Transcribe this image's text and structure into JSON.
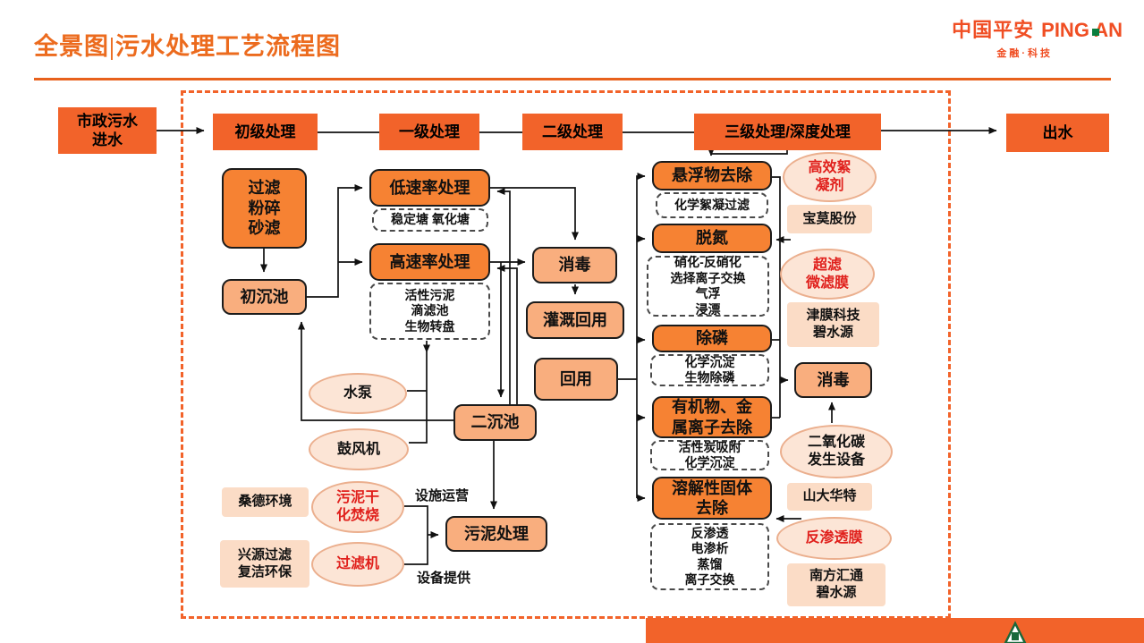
{
  "header": {
    "title": "全景图|污水处理工艺流程图"
  },
  "logo": {
    "cn": "中国平安",
    "en": "PING AN",
    "sub": "金融·科技"
  },
  "stages": {
    "inflow": "市政污水\n进水",
    "primary": "初级处理",
    "level1": "一级处理",
    "level2": "二级处理",
    "level3": "三级处理/深度处理",
    "outflow": "出水"
  },
  "process": {
    "pretreat": "过滤\n粉碎\n砂滤",
    "primary_clarifier": "初沉池",
    "low_rate": "低速率处理",
    "low_rate_methods": "稳定塘 氧化塘",
    "high_rate": "高速率处理",
    "high_rate_methods": "活性污泥\n滴滤池\n生物转盘",
    "disinfect_left": "消毒",
    "irrigation_reuse": "灌溉回用",
    "reuse": "回用",
    "pump": "水泵",
    "blower": "鼓风机",
    "secondary_clarifier": "二沉池",
    "sludge_treatment": "污泥处理",
    "ss_removal": "悬浮物去除",
    "ss_methods": "化学絮凝过滤",
    "denitrification": "脱氮",
    "denitrification_methods": "硝化-反硝化\n选择离子交换\n气浮\n浸漂",
    "p_removal": "除磷",
    "p_methods": "化学沉淀\n生物除磷",
    "organic_metal_removal": "有机物、金\n属离子去除",
    "organic_metal_methods": "活性炭吸附\n化学沉淀",
    "tds_removal": "溶解性固体\n去除",
    "tds_methods": "反渗透\n电渗析\n蒸馏\n离子交换",
    "disinfect_right": "消毒"
  },
  "suppliers": {
    "flocculant": "高效絮\n凝剂",
    "flocculant_company": "宝莫股份",
    "uf_membrane": "超滤\n微滤膜",
    "uf_companies": "津膜科技\n碧水源",
    "co2_equipment": "二氧化碳\n发生设备",
    "co2_company": "山大华特",
    "ro_membrane": "反渗透膜",
    "ro_companies": "南方汇通\n碧水源",
    "sludge_incineration": "污泥干\n化焚烧",
    "sludge_company": "桑德环境",
    "filter_machine": "过滤机",
    "filter_companies": "兴源过滤\n复洁环保",
    "ops_label": "设施运营",
    "equip_label": "设备提供"
  },
  "colors": {
    "accent_orange": "#F2632A",
    "light_orange": "#F9AE7E",
    "pale_orange": "#FBDCC6",
    "red_text": "#E0201C",
    "green_accent": "#19683B"
  }
}
